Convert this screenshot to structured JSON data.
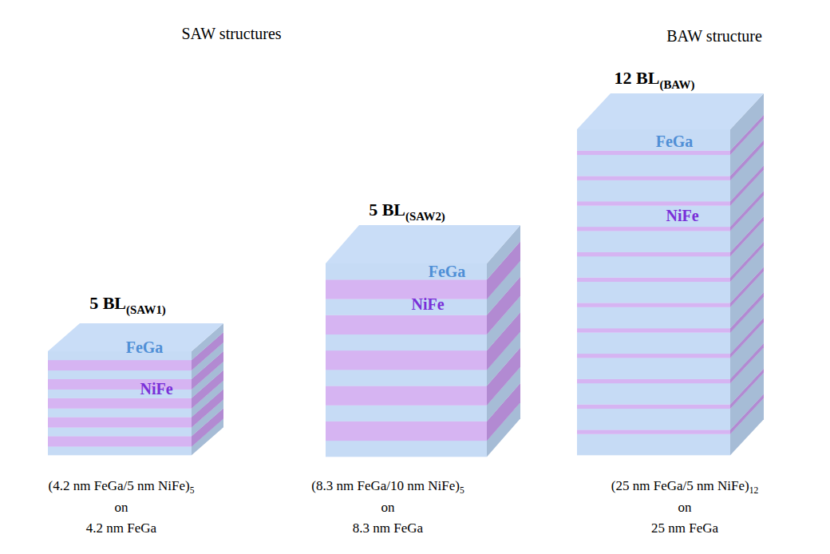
{
  "diagram": {
    "nodes": [
      {
        "text": [
          "5 BL(SAW1)",
          "FeGa",
          "NiFe"
        ]
      },
      {
        "text": [
          "5 BL(SAW2)",
          "FeGa",
          "NiFe"
        ]
      },
      {
        "text": [
          "12 BL(BAW)",
          "FeGa",
          "NiFe"
        ]
      }
    ],
    "labels": [
      "SAW structures",
      "BAW structure",
      "(4.2 nm FeGa/5 nm NiFe)5",
      "on",
      "4.2 nm FeGa",
      "(8.3 nm FeGa/10 nm NiFe)5",
      "on",
      "8.3 nm FeGa",
      "(25 nm FeGa/5 nm NiFe)12",
      "on",
      "25 nm FeGa"
    ]
  }
}
